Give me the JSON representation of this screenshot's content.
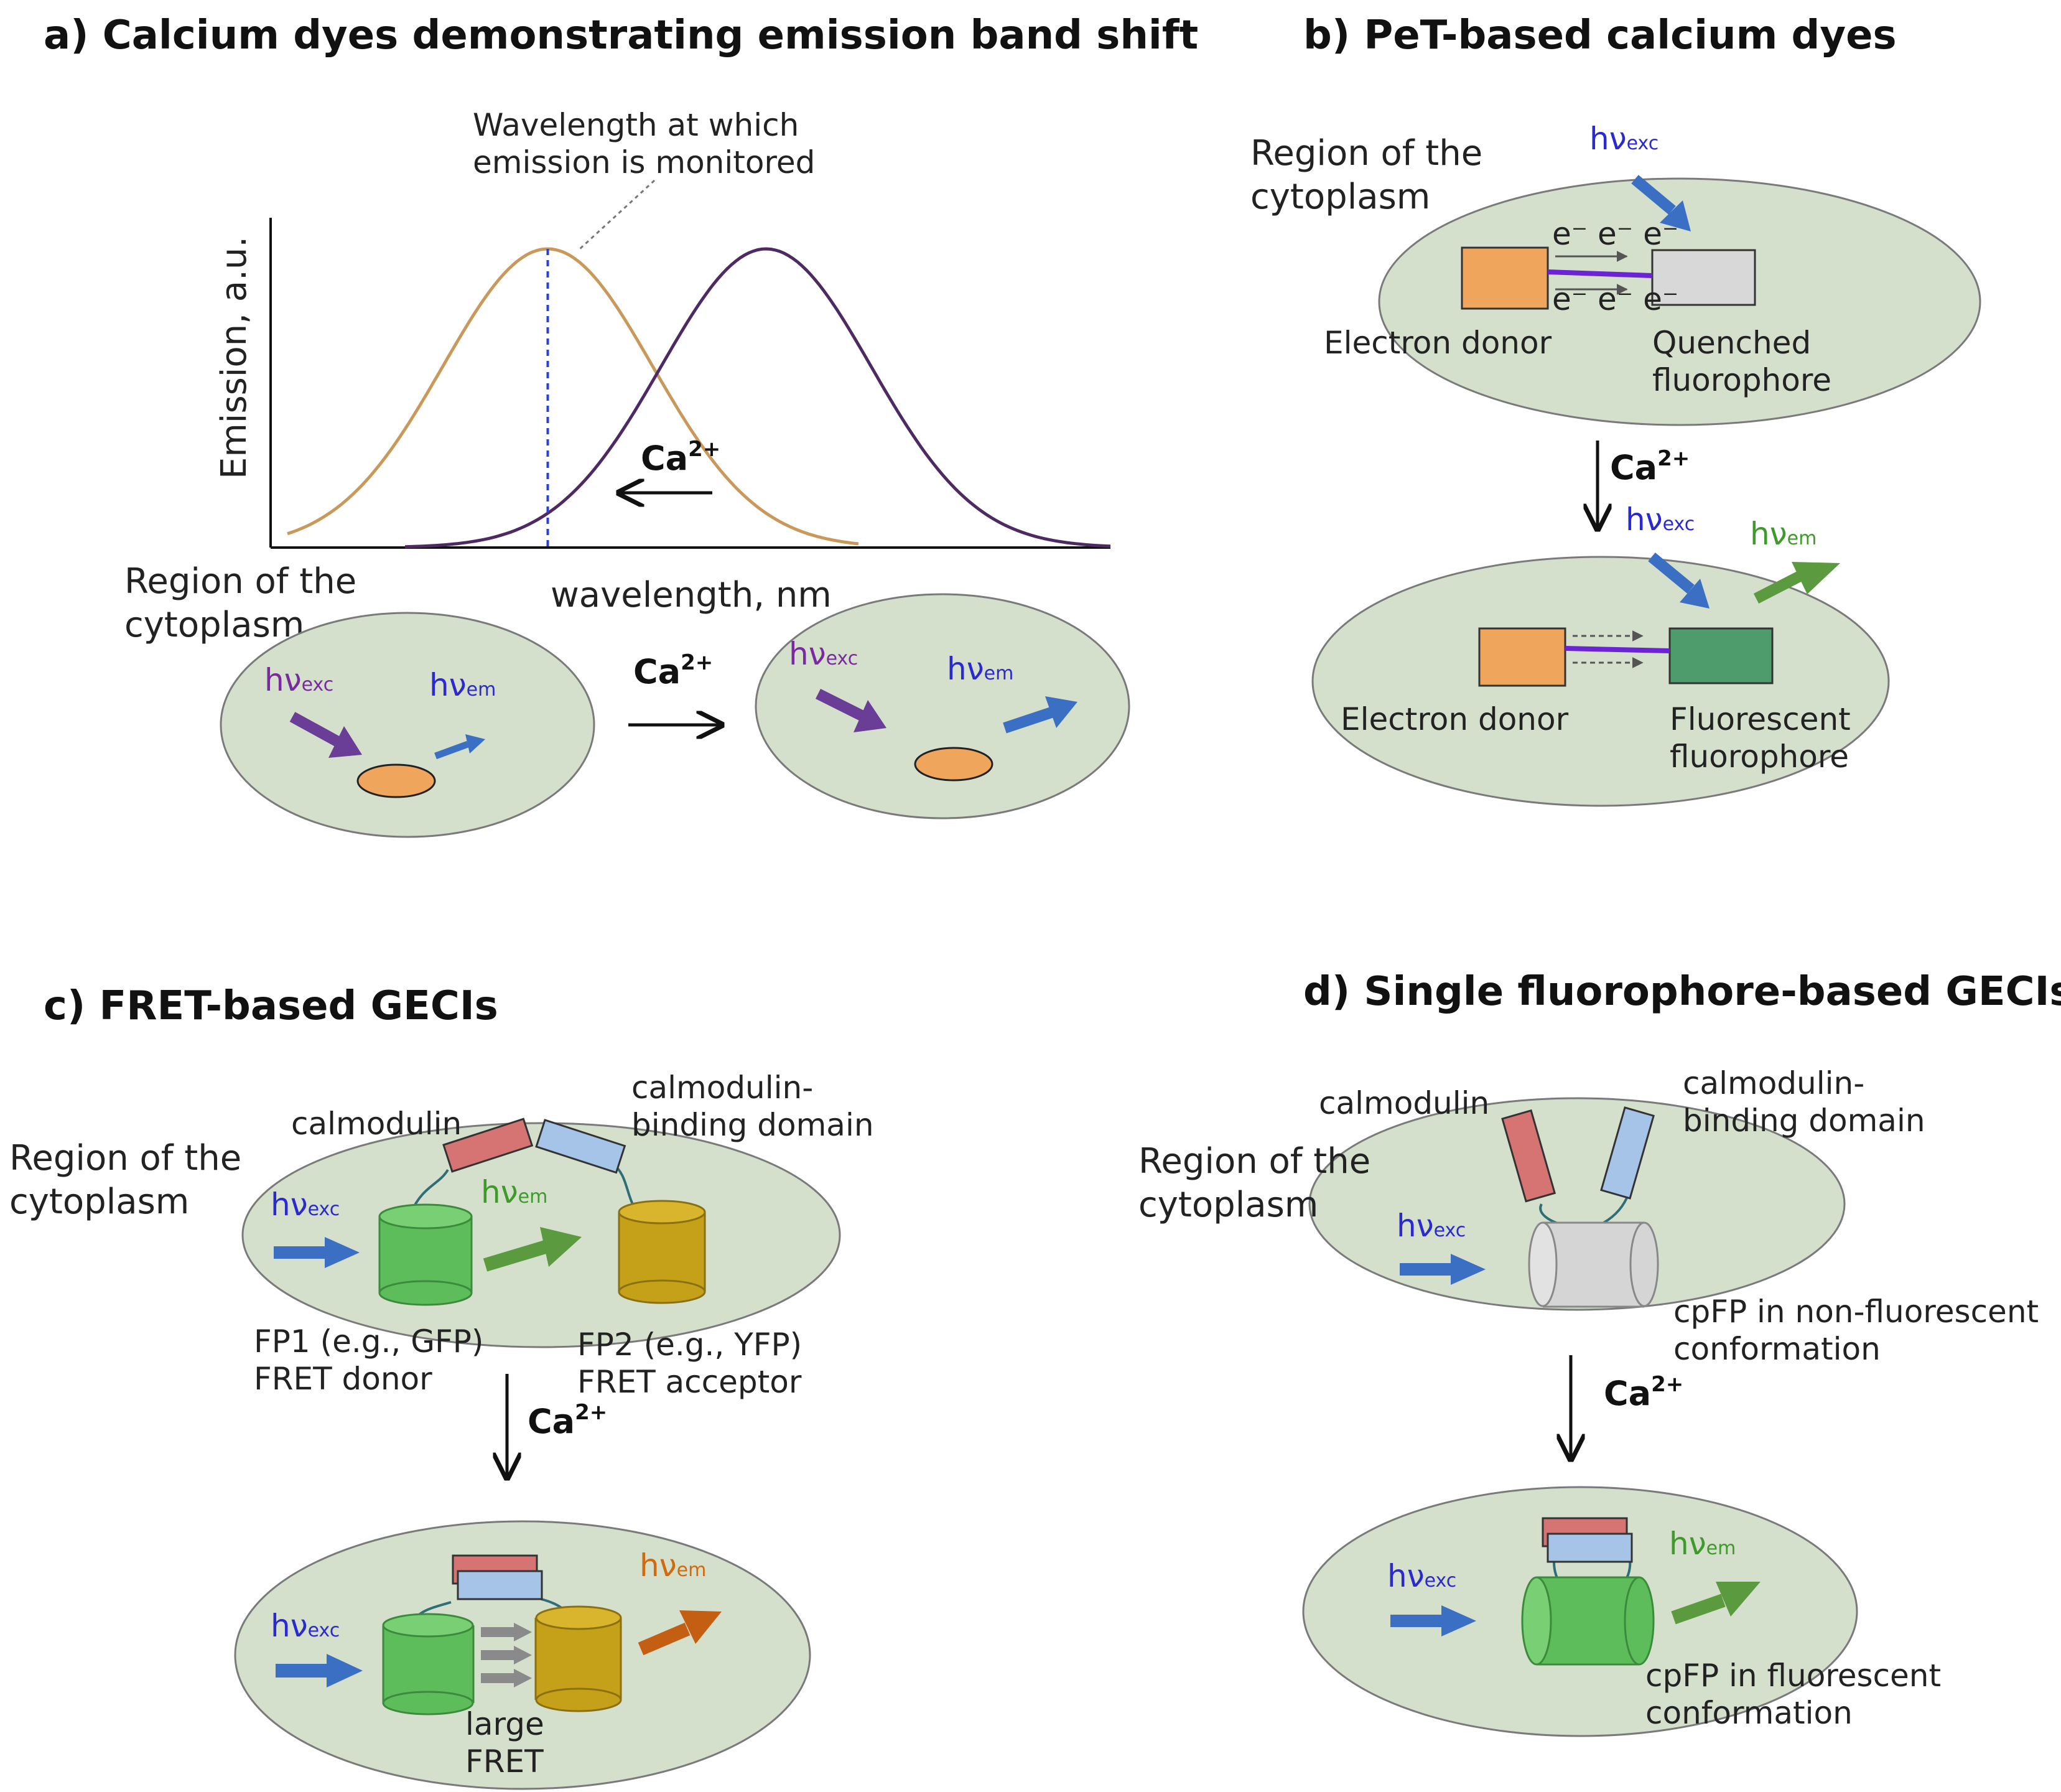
{
  "panels": {
    "a": {
      "title": "a) Calcium dyes demonstrating emission band shift",
      "annotation_line1": "Wavelength at which",
      "annotation_line2": "emission is monitored",
      "region_line1": "Region of the",
      "region_line2": "cytoplasm",
      "hv_exc": "hν",
      "hv_exc_sub": "exc",
      "hv_em": "hν",
      "hv_em_sub": "em",
      "ca": "Ca",
      "ca_sup": "2+"
    },
    "b": {
      "title": "b) PeT-based calcium dyes",
      "region_line1": "Region of the",
      "region_line2": "cytoplasm",
      "hv": "hν",
      "exc_sub": "exc",
      "em_sub": "em",
      "electrons": "e⁻ e⁻ e⁻",
      "electron_donor": "Electron donor",
      "quenched_line1": "Quenched",
      "quenched_line2": "fluorophore",
      "fluorescent_line1": "Fluorescent",
      "fluorescent_line2": "fluorophore",
      "ca": "Ca",
      "ca_sup": "2+"
    },
    "c": {
      "title": "c) FRET-based GECIs",
      "region_line1": "Region of the",
      "region_line2": "cytoplasm",
      "calmodulin": "calmodulin",
      "cbd_line1": "calmodulin-",
      "cbd_line2": "binding domain",
      "hv": "hν",
      "exc_sub": "exc",
      "em_sub": "em",
      "fp1_line1": "FP1 (e.g., GFP)",
      "fp1_line2": "FRET donor",
      "fp2_line1": "FP2 (e.g., YFP)",
      "fp2_line2": "FRET acceptor",
      "large_fret_line1": "large",
      "large_fret_line2": "FRET",
      "ca": "Ca",
      "ca_sup": "2+"
    },
    "d": {
      "title": "d)  Single fluorophore-based GECIs",
      "region_line1": "Region of the",
      "region_line2": "cytoplasm",
      "calmodulin": "calmodulin",
      "cbd_line1": "calmodulin-",
      "cbd_line2": "binding domain",
      "hv": "hν",
      "exc_sub": "exc",
      "em_sub": "em",
      "nonfluor_line1": "cpFP in non-fluorescent",
      "nonfluor_line2": "conformation",
      "fluor_line1": "cpFP in fluorescent",
      "fluor_line2": "conformation",
      "ca": "Ca",
      "ca_sup": "2+"
    }
  },
  "chart_data": {
    "type": "line",
    "xlabel": "wavelength, nm",
    "ylabel": "Emission, a.u.",
    "ylim": [
      0,
      1
    ],
    "monitored_x": 0.33,
    "series": [
      {
        "color": "#c8995a",
        "center": 0.33,
        "width": 0.125,
        "peak": 1.0,
        "range": [
          0.02,
          0.7
        ]
      },
      {
        "color": "#4e2a63",
        "center": 0.59,
        "width": 0.125,
        "peak": 1.0,
        "range": [
          0.16,
          1.0
        ]
      }
    ],
    "annotation_arrow": "toward shorter wavelength on Ca2+ binding"
  },
  "colors": {
    "cytoplasm": "#d5e0cc",
    "blue_arrow": "#3a6fc4",
    "purple_arrow": "#6a3d96",
    "green_arrow": "#5b9a3e",
    "orange_arrow": "#c45e12",
    "donor_orange": "#efa55c",
    "fluorophore_green": "#4e9b6c",
    "fp_green": "#5cbd5a",
    "fp_yellow": "#c4a118",
    "calmodulin_red": "#d67474",
    "cbd_blue": "#a6c4e8",
    "text_blue": "#2a2ad0",
    "text_purple": "#7a2aa0",
    "text_green": "#3e9a2a",
    "text_orange": "#d06a10"
  }
}
